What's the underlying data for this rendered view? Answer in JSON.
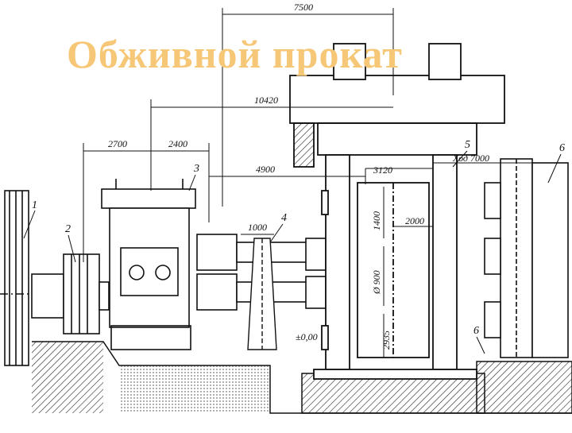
{
  "title": "Обживной прокат",
  "dimensions": {
    "d7500": "7500",
    "d10420": "10420",
    "d2700": "2700",
    "d2400": "2400",
    "d4900": "4900",
    "d3120": "3120",
    "d1000": "1000",
    "d1400": "1400",
    "d2000": "2000",
    "d900": "Ø 900",
    "d2935": "2935",
    "stroke": "Ход 7000",
    "level": "±0,00"
  },
  "callouts": [
    "1",
    "2",
    "3",
    "4",
    "5",
    "6",
    "6"
  ],
  "colors": {
    "title": "#f5c777",
    "line": "#111111",
    "hatch": "#222222"
  }
}
